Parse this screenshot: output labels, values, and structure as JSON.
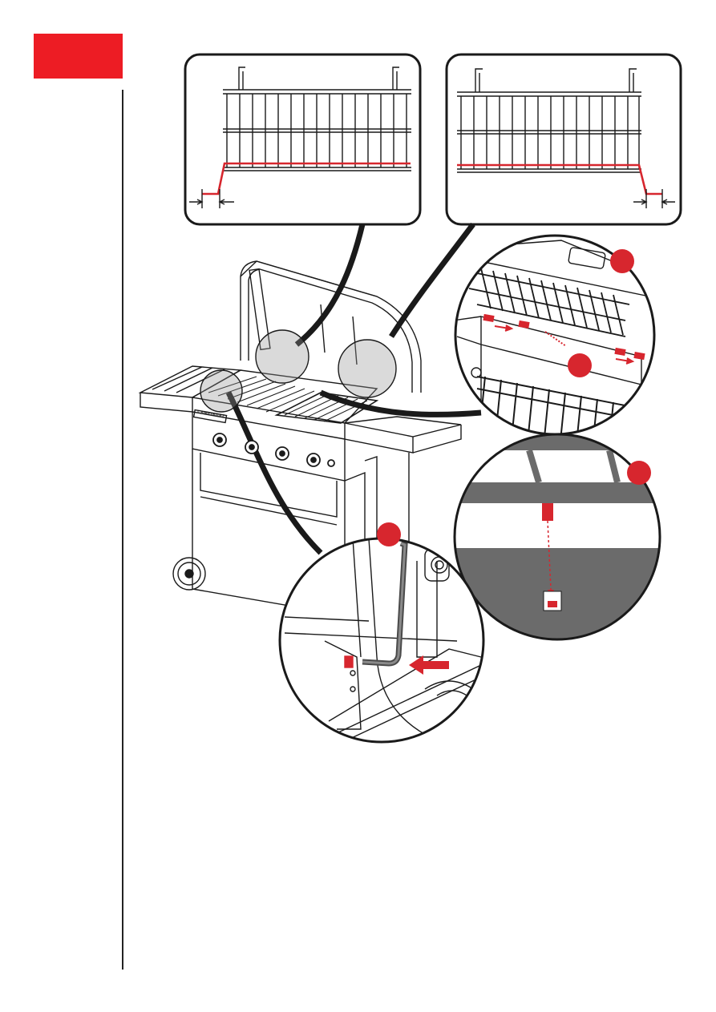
{
  "page": {
    "step_tab_color": "#ed1c24",
    "accent_color": "#d7262e",
    "line_color": "#1a1a1a"
  },
  "illustration": {
    "brand_logo_text": "CAMPINGAZ",
    "callouts": [
      {
        "icon": "red-dot-marker"
      },
      {
        "icon": "red-dot-marker"
      },
      {
        "icon": "red-dot-marker"
      },
      {
        "icon": "red-dot-marker"
      }
    ]
  }
}
